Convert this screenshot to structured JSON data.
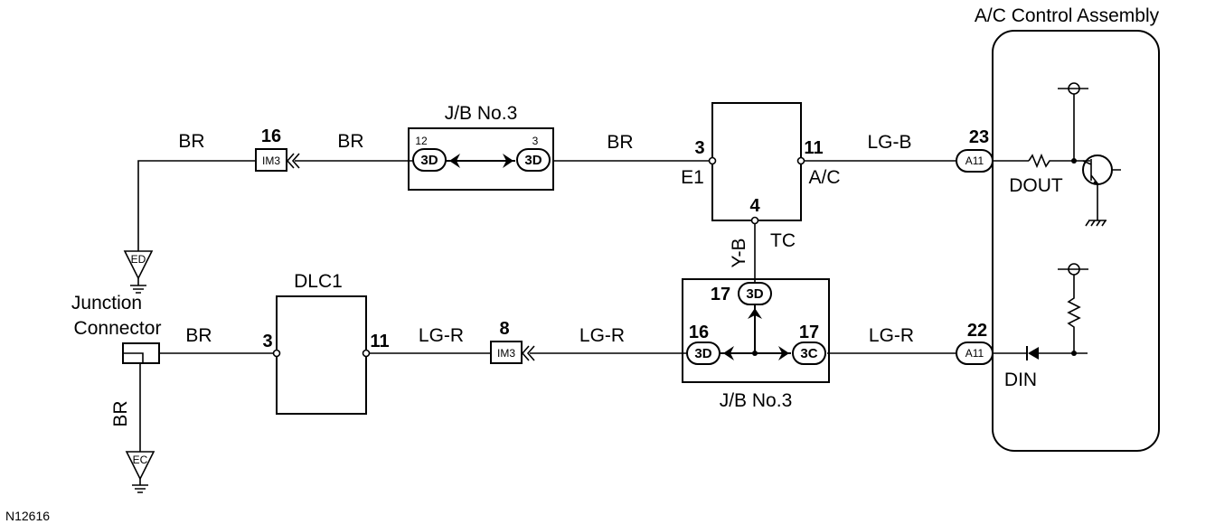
{
  "title": "A/C Control Assembly",
  "figure_id": "N12616",
  "connectors": {
    "im3": "IM3",
    "a11": "A11",
    "ed": "ED",
    "ec": "EC",
    "c3d": "3D",
    "c3c": "3C"
  },
  "labels": {
    "br": "BR",
    "lg_b": "LG-B",
    "lg_r": "LG-R",
    "y_b": "Y-B",
    "jb3": "J/B No.3",
    "dlc1": "DLC1",
    "junction_line1": "Junction",
    "junction_line2": "Connector",
    "e1": "E1",
    "ac": "A/C",
    "tc": "TC",
    "dout": "DOUT",
    "din": "DIN"
  },
  "pins": {
    "p16": "16",
    "p12": "12",
    "p3": "3",
    "p11": "11",
    "p4": "4",
    "p23": "23",
    "p22": "22",
    "p8": "8",
    "p17": "17"
  }
}
